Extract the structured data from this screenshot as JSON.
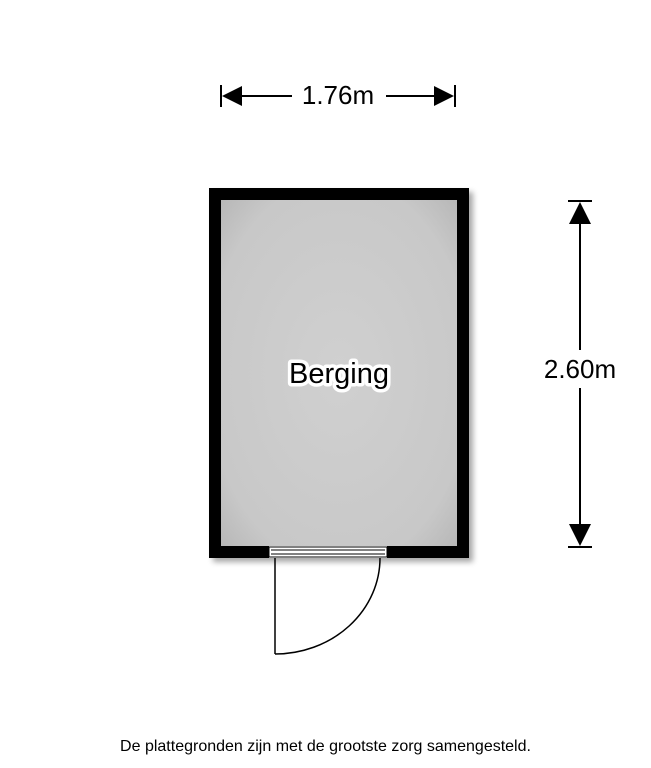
{
  "dimensions": {
    "width_label": "1.76m",
    "height_label": "2.60m"
  },
  "room": {
    "name": "Berging"
  },
  "footer": {
    "disclaimer": "De plattegronden zijn met de grootste zorg samengesteld."
  },
  "colors": {
    "wall": "#000000",
    "floor": "#cbcbcb",
    "background": "#ffffff"
  }
}
